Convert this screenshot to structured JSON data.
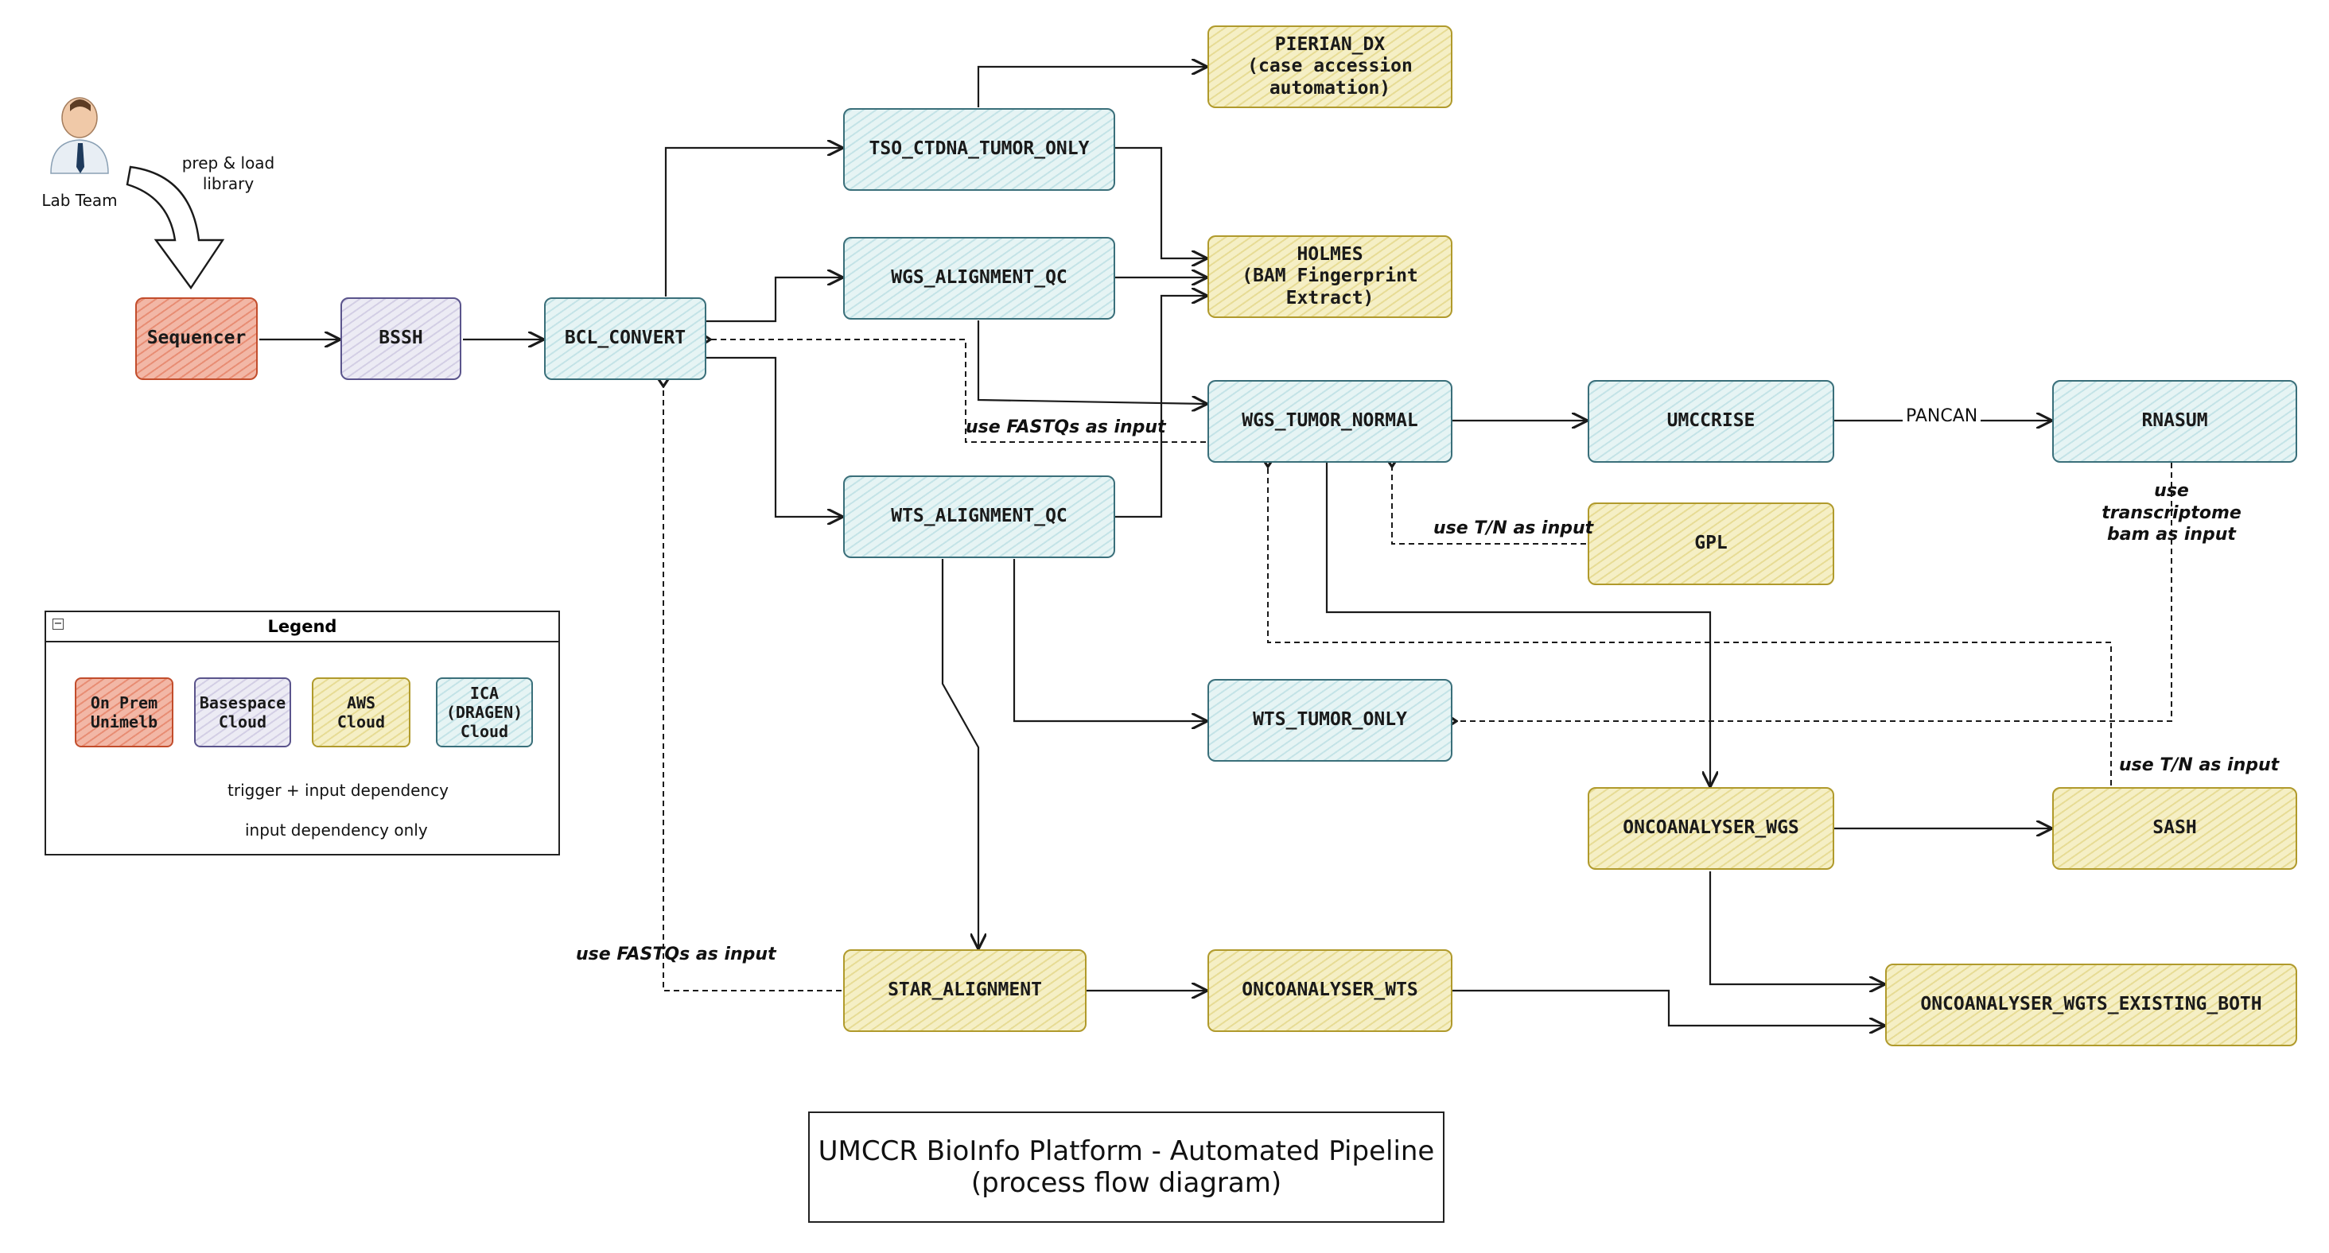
{
  "actor": {
    "name": "Lab Team",
    "icon": "user-icon",
    "action": "prep & load\nlibrary"
  },
  "nodes": {
    "sequencer": "Sequencer",
    "bssh": "BSSH",
    "bcl_convert": "BCL_CONVERT",
    "tso": "TSO_CTDNA_TUMOR_ONLY",
    "pierian": "PIERIAN_DX\n(case accession automation)",
    "wgs_qc": "WGS_ALIGNMENT_QC",
    "holmes": "HOLMES\n(BAM Fingerprint Extract)",
    "wgs_tn": "WGS_TUMOR_NORMAL",
    "umccrise": "UMCCRISE",
    "rnasum": "RNASUM",
    "wts_qc": "WTS_ALIGNMENT_QC",
    "gpl": "GPL",
    "wts_to": "WTS_TUMOR_ONLY",
    "onco_wgs": "ONCOANALYSER_WGS",
    "sash": "SASH",
    "star": "STAR_ALIGNMENT",
    "onco_wts": "ONCOANALYSER_WTS",
    "onco_wgts": "ONCOANALYSER_WGTS_EXISTING_BOTH"
  },
  "edge_labels": {
    "fastq_wgs": "use FASTQs as input",
    "fastq_star": "use FASTQs as input",
    "tn_gpl": "use T/N as input",
    "tn_sash": "use T/N as input",
    "pancan": "PANCAN",
    "transcriptome": "use transcriptome\nbam as input"
  },
  "legend": {
    "title": "Legend",
    "collapse_symbol": "−",
    "on_prem": "On Prem\nUnimelb",
    "basespace": "Basespace\nCloud",
    "aws": "AWS\nCloud",
    "ica": "ICA\n(DRAGEN)\nCloud",
    "trigger": "trigger + input dependency",
    "input_only": "input dependency only"
  },
  "title": {
    "line1": "UMCCR BioInfo Platform - Automated Pipeline",
    "line2": "(process flow diagram)"
  },
  "colors": {
    "on_prem": "#c24d2c",
    "basespace": "#5a548c",
    "aws": "#b09a2c",
    "ica": "#3a6f7a",
    "line": "#1a1a1a"
  }
}
